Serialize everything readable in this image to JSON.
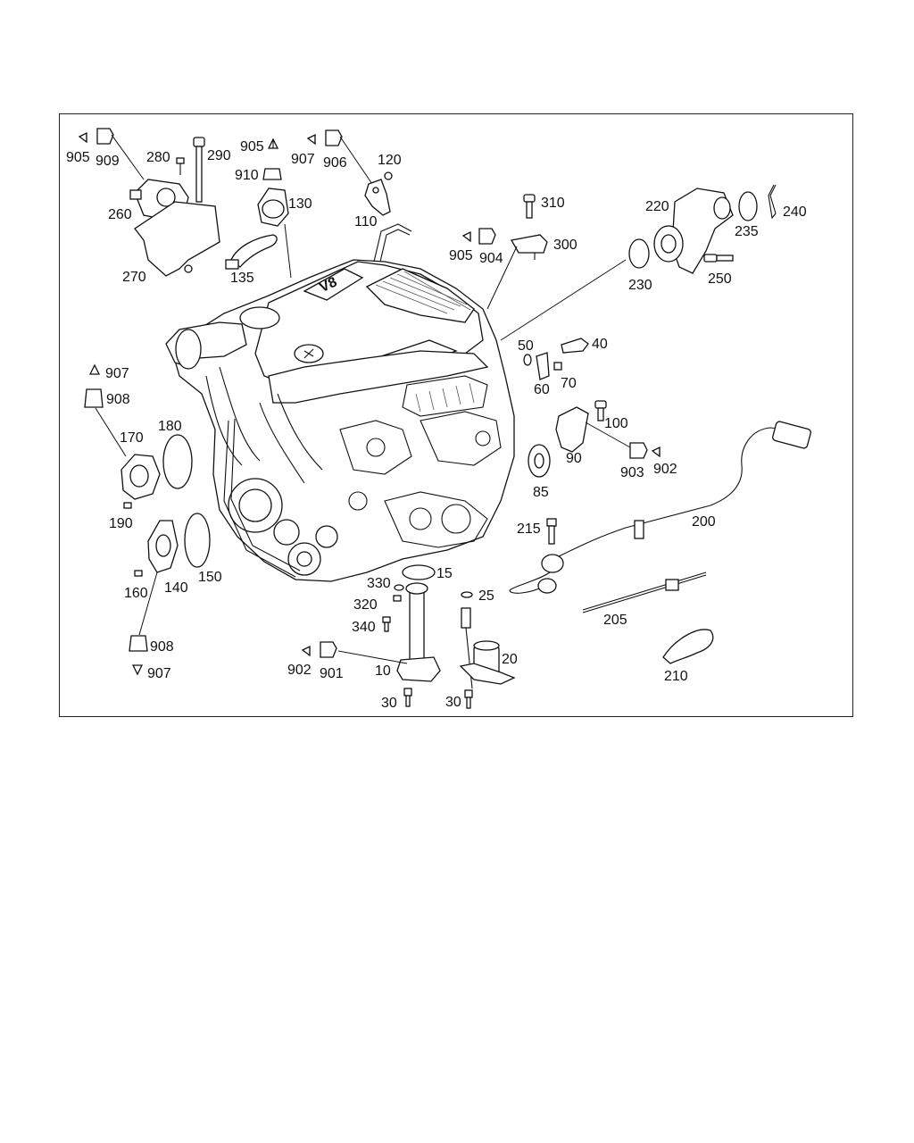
{
  "engine": {
    "badge_top": "V8",
    "badge_side": "V8"
  },
  "callouts": [
    {
      "id": "c905a",
      "text": "905"
    },
    {
      "id": "c909",
      "text": "909"
    },
    {
      "id": "c280",
      "text": "280"
    },
    {
      "id": "c290",
      "text": "290"
    },
    {
      "id": "c905b",
      "text": "905"
    },
    {
      "id": "c910",
      "text": "910"
    },
    {
      "id": "c130",
      "text": "130"
    },
    {
      "id": "c907a",
      "text": "907"
    },
    {
      "id": "c906",
      "text": "906"
    },
    {
      "id": "c120",
      "text": "120"
    },
    {
      "id": "c110",
      "text": "110"
    },
    {
      "id": "c260",
      "text": "260"
    },
    {
      "id": "c270",
      "text": "270"
    },
    {
      "id": "c135",
      "text": "135"
    },
    {
      "id": "c310",
      "text": "310"
    },
    {
      "id": "c905c",
      "text": "905"
    },
    {
      "id": "c904",
      "text": "904"
    },
    {
      "id": "c300",
      "text": "300"
    },
    {
      "id": "c220",
      "text": "220"
    },
    {
      "id": "c240",
      "text": "240"
    },
    {
      "id": "c235",
      "text": "235"
    },
    {
      "id": "c230",
      "text": "230"
    },
    {
      "id": "c250",
      "text": "250"
    },
    {
      "id": "c50",
      "text": "50"
    },
    {
      "id": "c40",
      "text": "40"
    },
    {
      "id": "c60",
      "text": "60"
    },
    {
      "id": "c70",
      "text": "70"
    },
    {
      "id": "c907b",
      "text": "907"
    },
    {
      "id": "c908a",
      "text": "908"
    },
    {
      "id": "c170",
      "text": "170"
    },
    {
      "id": "c180",
      "text": "180"
    },
    {
      "id": "c190",
      "text": "190"
    },
    {
      "id": "c100",
      "text": "100"
    },
    {
      "id": "c90",
      "text": "90"
    },
    {
      "id": "c903",
      "text": "903"
    },
    {
      "id": "c902a",
      "text": "902"
    },
    {
      "id": "c85",
      "text": "85"
    },
    {
      "id": "c200",
      "text": "200"
    },
    {
      "id": "c215",
      "text": "215"
    },
    {
      "id": "c150",
      "text": "150"
    },
    {
      "id": "c160",
      "text": "160"
    },
    {
      "id": "c140",
      "text": "140"
    },
    {
      "id": "c330",
      "text": "330"
    },
    {
      "id": "c15",
      "text": "15"
    },
    {
      "id": "c25",
      "text": "25"
    },
    {
      "id": "c320",
      "text": "320"
    },
    {
      "id": "c340",
      "text": "340"
    },
    {
      "id": "c205",
      "text": "205"
    },
    {
      "id": "c908b",
      "text": "908"
    },
    {
      "id": "c907c",
      "text": "907"
    },
    {
      "id": "c902b",
      "text": "902"
    },
    {
      "id": "c901",
      "text": "901"
    },
    {
      "id": "c10",
      "text": "10"
    },
    {
      "id": "c20",
      "text": "20"
    },
    {
      "id": "c210",
      "text": "210"
    },
    {
      "id": "c30a",
      "text": "30"
    },
    {
      "id": "c30b",
      "text": "30"
    }
  ]
}
